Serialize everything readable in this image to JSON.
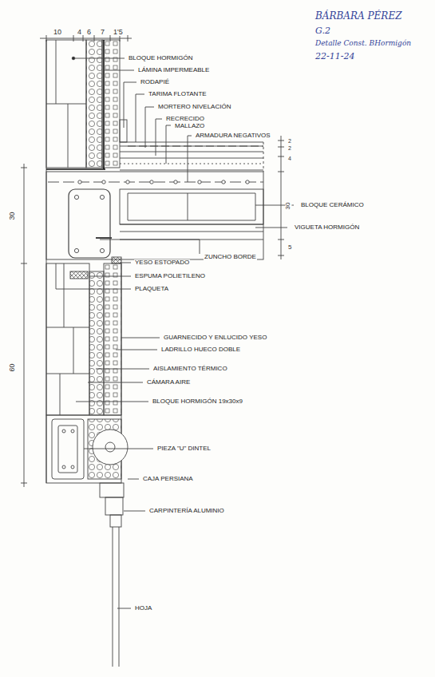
{
  "diagram": {
    "labels": [
      "BÁRBARA PÉREZ",
      "G.2",
      "Detalle Const. BHormigón",
      "22-11-24",
      "10",
      "4",
      "6",
      "7",
      "1'5",
      "30",
      "60",
      "2",
      "2",
      "4",
      "30",
      "5",
      "BLOQUE HORMIGÓN",
      "LÁMINA IMPERMEABLE",
      "RODAPIÉ",
      "TARIMA FLOTANTE",
      "MORTERO NIVELACIÓN",
      "RECRECIDO",
      "MALLAZO",
      "ARMADURA NEGATIVOS",
      "BLOQUE CERÁMICO",
      "VIGUETA HORMIGÓN",
      "ZUNCHO BORDE",
      "YESO ESTOPADO",
      "ESPUMA POLIETILENO",
      "PLAQUETA",
      "GUARNECIDO Y ENLUCIDO YESO",
      "LADRILLO HUECO DOBLE",
      "AISLAMIENTO TÉRMICO",
      "CÁMARA AIRE",
      "BLOQUE HORMIGÓN 19x30x9",
      "PIEZA \"U\" DINTEL",
      "CAJA PERSIANA",
      "CARPINTERÍA ALUMINIO",
      "HOJA"
    ]
  }
}
